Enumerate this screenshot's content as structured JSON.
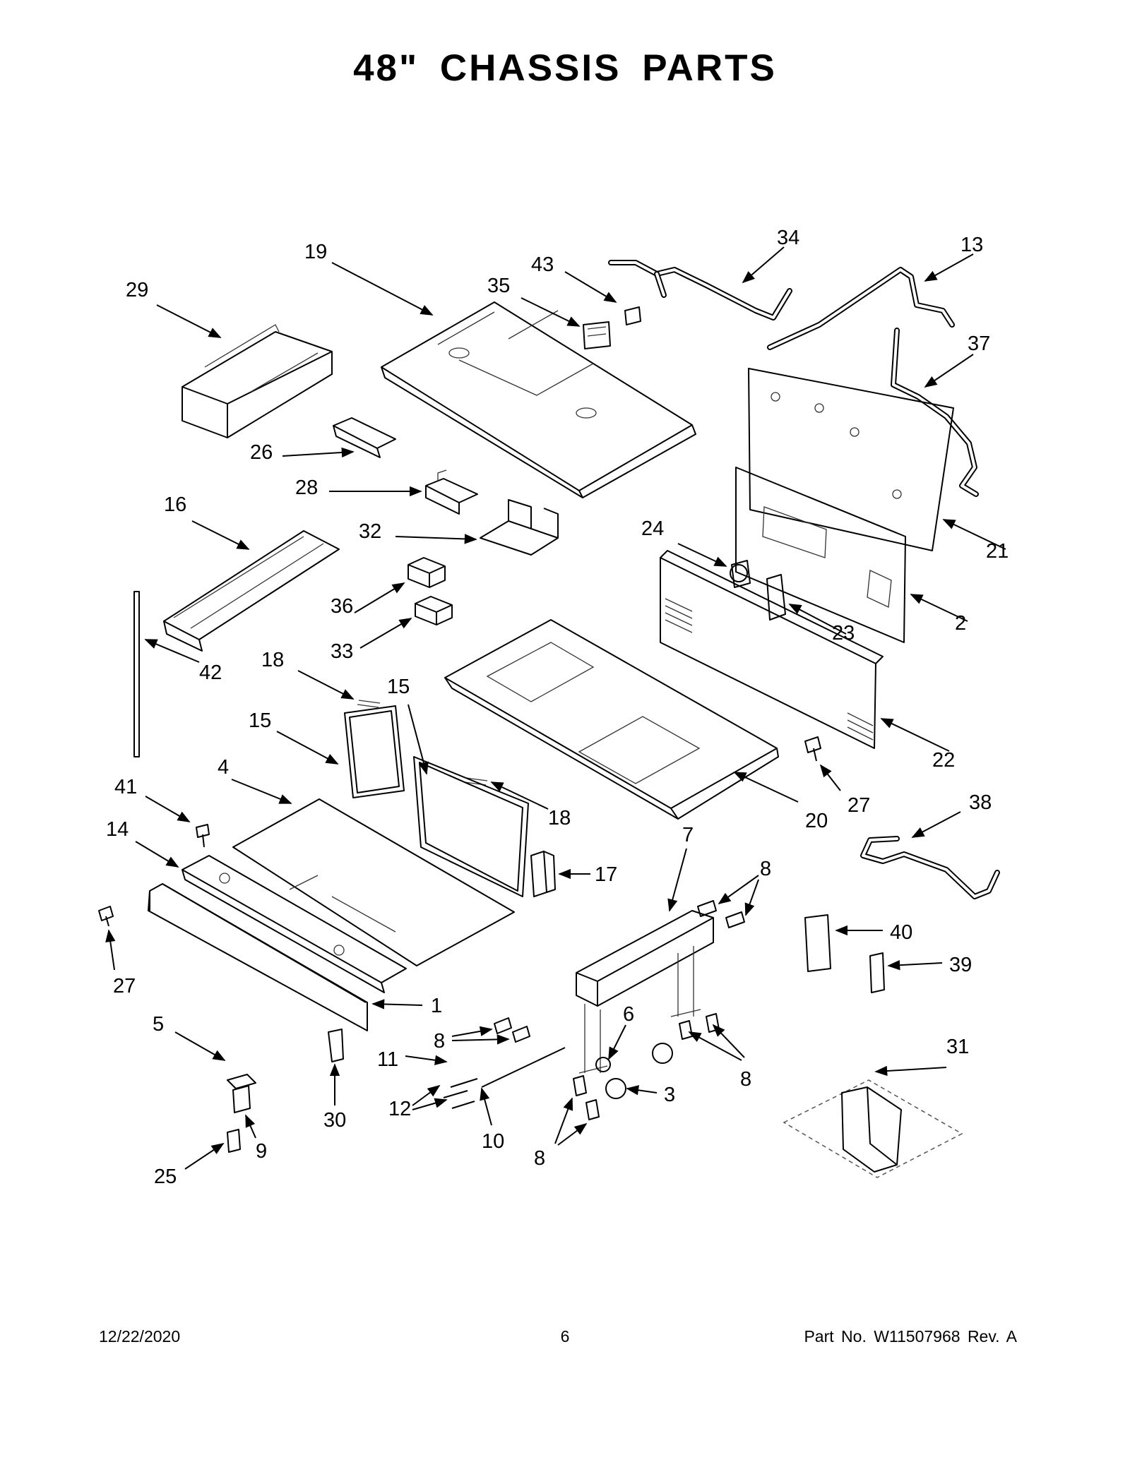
{
  "page": {
    "title": "48\" CHASSIS PARTS",
    "footer": {
      "date": "12/22/2020",
      "page_number": "6",
      "part_number": "Part No.  W11507968  Rev.  A"
    }
  },
  "callouts": [
    {
      "id": "c19",
      "label": "19"
    },
    {
      "id": "c29",
      "label": "29"
    },
    {
      "id": "c43",
      "label": "43"
    },
    {
      "id": "c35",
      "label": "35"
    },
    {
      "id": "c34",
      "label": "34"
    },
    {
      "id": "c13",
      "label": "13"
    },
    {
      "id": "c37",
      "label": "37"
    },
    {
      "id": "c26",
      "label": "26"
    },
    {
      "id": "c28",
      "label": "28"
    },
    {
      "id": "c16",
      "label": "16"
    },
    {
      "id": "c32",
      "label": "32"
    },
    {
      "id": "c24",
      "label": "24"
    },
    {
      "id": "c21",
      "label": "21"
    },
    {
      "id": "c36",
      "label": "36"
    },
    {
      "id": "c23",
      "label": "23"
    },
    {
      "id": "c2",
      "label": "2"
    },
    {
      "id": "c33",
      "label": "33"
    },
    {
      "id": "c42",
      "label": "42"
    },
    {
      "id": "c18a",
      "label": "18"
    },
    {
      "id": "c15a",
      "label": "15"
    },
    {
      "id": "c15b",
      "label": "15"
    },
    {
      "id": "c22",
      "label": "22"
    },
    {
      "id": "c4",
      "label": "4"
    },
    {
      "id": "c41",
      "label": "41"
    },
    {
      "id": "c18b",
      "label": "18"
    },
    {
      "id": "c27a",
      "label": "27"
    },
    {
      "id": "c20",
      "label": "20"
    },
    {
      "id": "c38",
      "label": "38"
    },
    {
      "id": "c14",
      "label": "14"
    },
    {
      "id": "c7",
      "label": "7"
    },
    {
      "id": "c17",
      "label": "17"
    },
    {
      "id": "c8a",
      "label": "8"
    },
    {
      "id": "c40",
      "label": "40"
    },
    {
      "id": "c27b",
      "label": "27"
    },
    {
      "id": "c39",
      "label": "39"
    },
    {
      "id": "c1",
      "label": "1"
    },
    {
      "id": "c6",
      "label": "6"
    },
    {
      "id": "c5",
      "label": "5"
    },
    {
      "id": "c8b",
      "label": "8"
    },
    {
      "id": "c31",
      "label": "31"
    },
    {
      "id": "c11",
      "label": "11"
    },
    {
      "id": "c8c",
      "label": "8"
    },
    {
      "id": "c3",
      "label": "3"
    },
    {
      "id": "c12",
      "label": "12"
    },
    {
      "id": "c30",
      "label": "30"
    },
    {
      "id": "c9",
      "label": "9"
    },
    {
      "id": "c10",
      "label": "10"
    },
    {
      "id": "c8d",
      "label": "8"
    },
    {
      "id": "c25",
      "label": "25"
    }
  ]
}
